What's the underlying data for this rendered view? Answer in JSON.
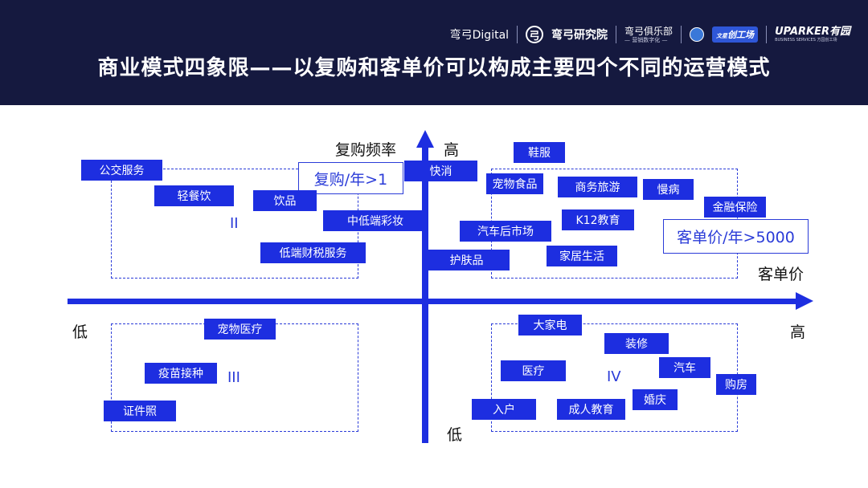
{
  "header": {
    "title": "商业模式四象限——以复购和客单价可以构成主要四个不同的运营模式",
    "logos": {
      "digital": "弯弓Digital",
      "institute_mark": "弓",
      "institute": "弯弓研究院",
      "club": "弯弓俱乐部",
      "club_sub": "— 营销数字化 —",
      "workshop": "创工场",
      "workshop_pre": "文星",
      "uparker": "UPARKER有园",
      "uparker_sub": "BUSINESS SERVICES 方园创工场"
    },
    "background_color": "#15193f"
  },
  "axes": {
    "y_axis_label": "复购频率",
    "y_high": "高",
    "y_low": "低",
    "x_axis_label": "客单价",
    "x_low": "低",
    "x_high": "高",
    "color": "#1d2ee0"
  },
  "quadrants": {
    "q2": "II",
    "q3": "III",
    "q4": "IV"
  },
  "notes": {
    "repurchase": "复购/年>1",
    "price": "客单价/年>5000"
  },
  "tags": {
    "gongjiao": "公交服务",
    "qingcanyin": "轻餐饮",
    "yinpin": "饮品",
    "kuaixiao": "快消",
    "zhongdi_caizhuang": "中低端彩妆",
    "didi_caishui": "低端财税服务",
    "xiefu": "鞋服",
    "chongwu_shipin": "宠物食品",
    "shangwu_lvyou": "商务旅游",
    "manbing": "慢病",
    "jinrong_baoxian": "金融保险",
    "k12": "K12教育",
    "qiche_houshichang": "汽车后市场",
    "jiaju_shenghuo": "家居生活",
    "hufupin": "护肤品",
    "chongwu_yiliao": "宠物医疗",
    "yimiao": "疫苗接种",
    "zhengjianzhao": "证件照",
    "dajiadian": "大家电",
    "zhuangxiu": "装修",
    "yiliao": "医疗",
    "qiche": "汽车",
    "goufang": "购房",
    "hunqing": "婚庆",
    "ruhu": "入户",
    "chengren_jiaoyu": "成人教育"
  }
}
